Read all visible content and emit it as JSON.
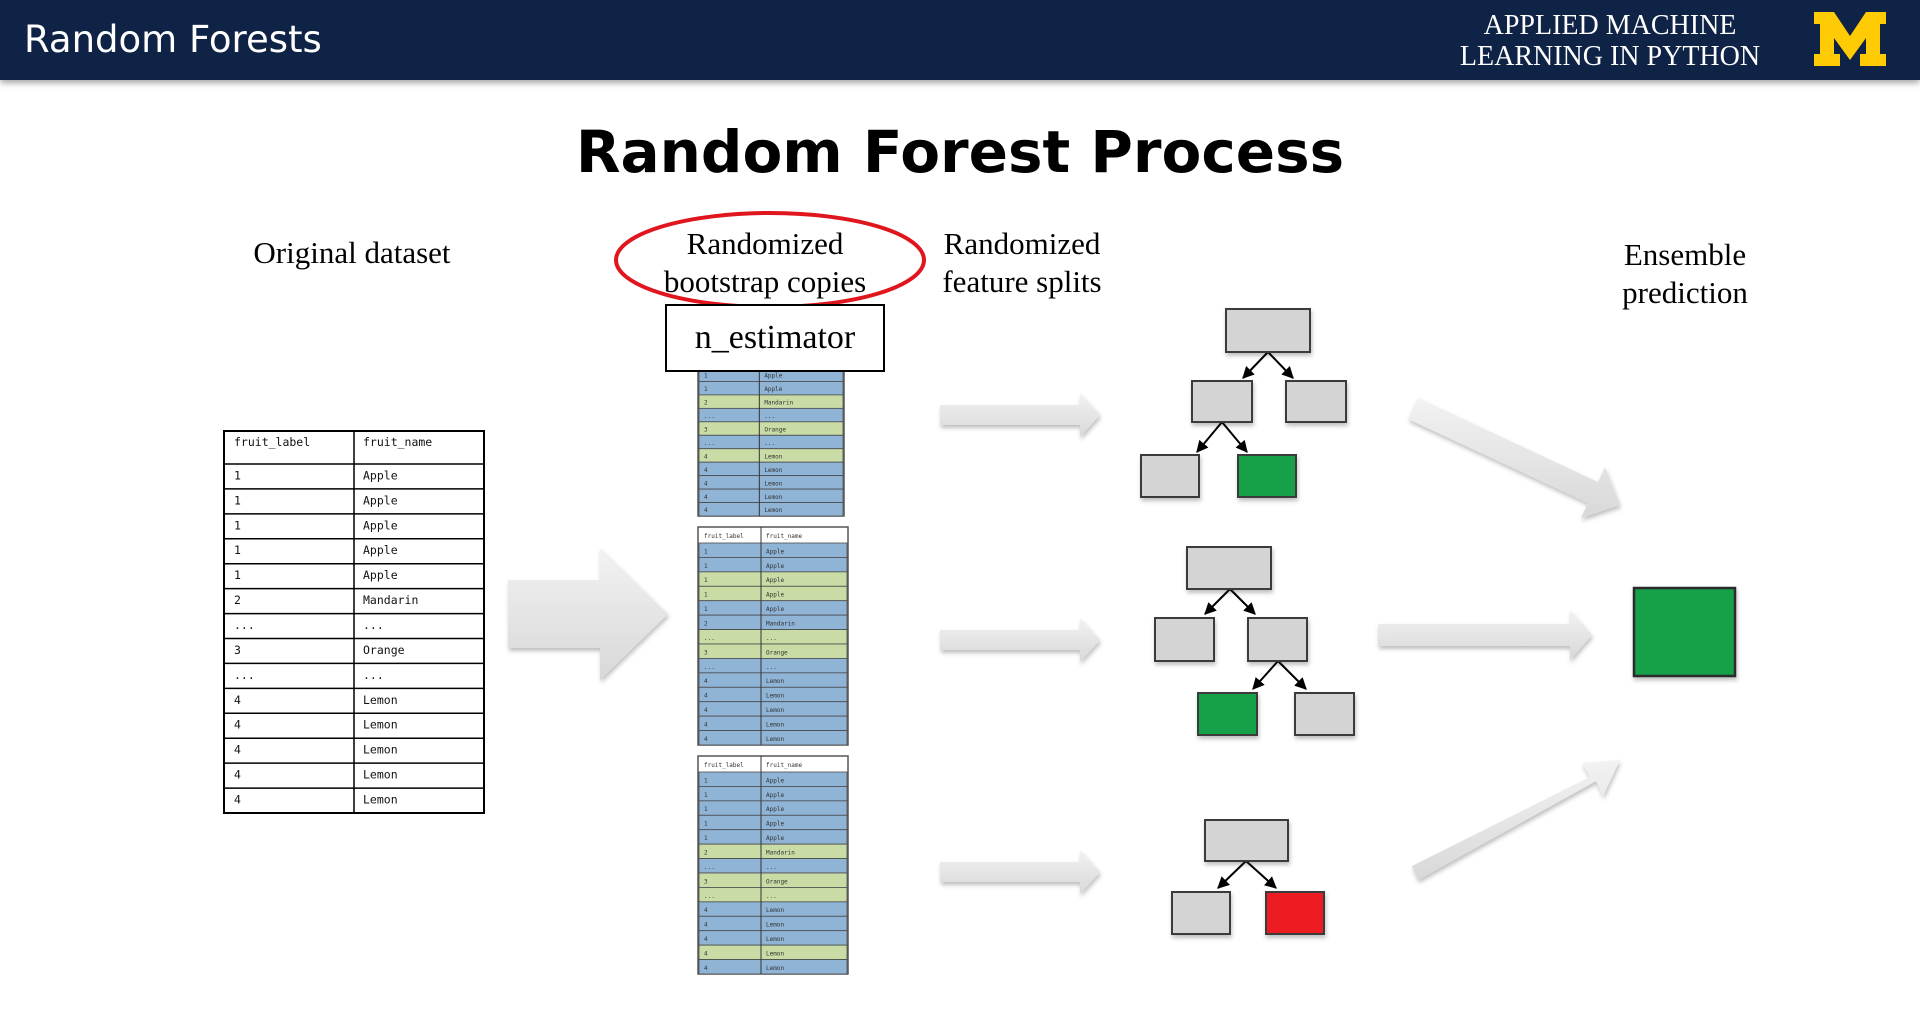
{
  "header": {
    "title": "Random Forests",
    "brand_line1": "APPLIED MACHINE",
    "brand_line2": "LEARNING IN PYTHON",
    "logo": "university-m-logo"
  },
  "slide_title": "Random Forest Process",
  "labels": {
    "original_dataset": "Original dataset",
    "bootstrap_line1": "Randomized",
    "bootstrap_line2": "bootstrap copies",
    "splits_line1": "Randomized",
    "splits_line2": "feature splits",
    "ensemble_line1": "Ensemble",
    "ensemble_line2": "prediction",
    "n_estimator": "n_estimator"
  },
  "original_table": {
    "headers": [
      "fruit_label",
      "fruit_name"
    ],
    "rows": [
      [
        "1",
        "Apple"
      ],
      [
        "1",
        "Apple"
      ],
      [
        "1",
        "Apple"
      ],
      [
        "1",
        "Apple"
      ],
      [
        "1",
        "Apple"
      ],
      [
        "2",
        "Mandarin"
      ],
      [
        "...",
        "..."
      ],
      [
        "3",
        "Orange"
      ],
      [
        "...",
        "..."
      ],
      [
        "4",
        "Lemon"
      ],
      [
        "4",
        "Lemon"
      ],
      [
        "4",
        "Lemon"
      ],
      [
        "4",
        "Lemon"
      ],
      [
        "4",
        "Lemon"
      ]
    ]
  },
  "bootstrap_copies": [
    {
      "headers": [
        "",
        ""
      ],
      "rows": [
        [
          "1",
          "Apple",
          "blue"
        ],
        [
          "1",
          "Apple",
          "blue"
        ],
        [
          "2",
          "Mandarin",
          "green"
        ],
        [
          "...",
          "...",
          "blue"
        ],
        [
          "3",
          "Orange",
          "green"
        ],
        [
          "...",
          "...",
          "blue"
        ],
        [
          "4",
          "Lemon",
          "green"
        ],
        [
          "4",
          "Lemon",
          "blue"
        ],
        [
          "4",
          "Lemon",
          "blue"
        ],
        [
          "4",
          "Lemon",
          "blue"
        ],
        [
          "4",
          "Lemon",
          "blue"
        ]
      ]
    },
    {
      "headers": [
        "fruit_label",
        "fruit_name"
      ],
      "rows": [
        [
          "1",
          "Apple",
          "blue"
        ],
        [
          "1",
          "Apple",
          "blue"
        ],
        [
          "1",
          "Apple",
          "green"
        ],
        [
          "1",
          "Apple",
          "green"
        ],
        [
          "1",
          "Apple",
          "blue"
        ],
        [
          "2",
          "Mandarin",
          "blue"
        ],
        [
          "...",
          "...",
          "green"
        ],
        [
          "3",
          "Orange",
          "green"
        ],
        [
          "...",
          "...",
          "blue"
        ],
        [
          "4",
          "Lemon",
          "blue"
        ],
        [
          "4",
          "Lemon",
          "blue"
        ],
        [
          "4",
          "Lemon",
          "blue"
        ],
        [
          "4",
          "Lemon",
          "blue"
        ],
        [
          "4",
          "Lemon",
          "blue"
        ]
      ]
    },
    {
      "headers": [
        "fruit_label",
        "fruit_name"
      ],
      "rows": [
        [
          "1",
          "Apple",
          "blue"
        ],
        [
          "1",
          "Apple",
          "blue"
        ],
        [
          "1",
          "Apple",
          "blue"
        ],
        [
          "1",
          "Apple",
          "blue"
        ],
        [
          "1",
          "Apple",
          "blue"
        ],
        [
          "2",
          "Mandarin",
          "green"
        ],
        [
          "...",
          "...",
          "blue"
        ],
        [
          "3",
          "Orange",
          "green"
        ],
        [
          "...",
          "...",
          "green"
        ],
        [
          "4",
          "Lemon",
          "blue"
        ],
        [
          "4",
          "Lemon",
          "blue"
        ],
        [
          "4",
          "Lemon",
          "blue"
        ],
        [
          "4",
          "Lemon",
          "green"
        ],
        [
          "4",
          "Lemon",
          "blue"
        ]
      ]
    }
  ],
  "tree_leaf_results": [
    "green",
    "green",
    "red"
  ],
  "ensemble_result": "green",
  "colors": {
    "header_bg": "#0e2346",
    "maize": "#ffcb05",
    "row_blue": "#8fb4d6",
    "row_green": "#c9dca5",
    "leaf_green": "#12a14a",
    "leaf_red": "#ec1c24",
    "node_gray": "#d4d4d4",
    "highlight_red": "#e0161e",
    "arrow_gray": "#e2e2e2"
  }
}
